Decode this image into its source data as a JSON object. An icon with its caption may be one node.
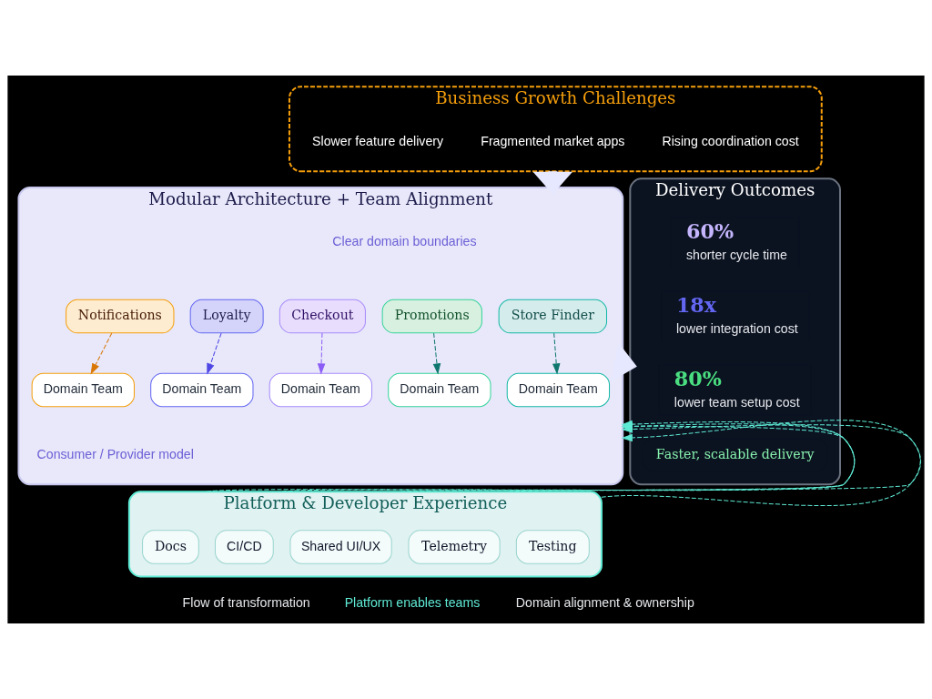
{
  "diagram": {
    "nodes": [
      {
        "text": [
          "Business Growth Challenges"
        ]
      },
      {
        "text": [
          "Slower feature delivery"
        ],
        "in": 0
      },
      {
        "text": [
          "Fragmented market apps"
        ],
        "in": 0
      },
      {
        "text": [
          "Rising coordination cost"
        ],
        "in": 0
      },
      {
        "text": [
          "Modular Architecture + Team Alignment"
        ]
      },
      {
        "text": [
          "Checkout"
        ],
        "in": 4
      },
      {
        "text": [
          "Loyalty"
        ],
        "in": 4
      },
      {
        "text": [
          "Store Finder"
        ],
        "in": 4
      },
      {
        "text": [
          "Promotions"
        ],
        "in": 4
      },
      {
        "text": [
          "Notifications"
        ],
        "in": 4
      },
      {
        "text": [
          "Domain Team"
        ],
        "in": 4
      },
      {
        "text": [
          "Domain Team"
        ],
        "in": 4
      },
      {
        "text": [
          "Domain Team"
        ],
        "in": 4
      },
      {
        "text": [
          "Domain Team"
        ],
        "in": 4
      },
      {
        "text": [
          "Domain Team"
        ],
        "in": 4
      },
      {
        "text": [
          "Platform & Developer Experience"
        ]
      },
      {
        "text": [
          "Shared UI/UX"
        ],
        "in": 15
      },
      {
        "text": [
          "CI/CD"
        ],
        "in": 15
      },
      {
        "text": [
          "Testing"
        ],
        "in": 15
      },
      {
        "text": [
          "Telemetry"
        ],
        "in": 15
      },
      {
        "text": [
          "Docs"
        ],
        "in": 15
      },
      {
        "text": [
          "Delivery Outcomes"
        ]
      },
      {
        "text": [
          "60%",
          "shorter cycle time"
        ],
        "in": 21
      },
      {
        "text": [
          "18x",
          "lower integration cost"
        ],
        "in": 21
      },
      {
        "text": [
          "80%",
          "lower team setup cost"
        ],
        "in": 21
      },
      {
        "text": [
          "Faster, scalable delivery"
        ],
        "in": 21
      }
    ],
    "edges": [
      {
        "from": 0,
        "to": 4,
        "arrow": "to",
        "style": "thick",
        "color": "#e6e8ff"
      },
      {
        "from": 4,
        "to": 21,
        "arrow": "to",
        "style": "thick",
        "color": "#e6e8ff"
      },
      {
        "from": 5,
        "to": 10,
        "arrow": "to",
        "style": "dashed",
        "color": "#8b5cf6"
      },
      {
        "from": 6,
        "to": 11,
        "arrow": "to",
        "style": "dashed",
        "color": "#4f46e5"
      },
      {
        "from": 7,
        "to": 12,
        "arrow": "to",
        "style": "dashed",
        "color": "#0f766e"
      },
      {
        "from": 8,
        "to": 13,
        "arrow": "to",
        "style": "dashed",
        "color": "#0f766e"
      },
      {
        "from": 9,
        "to": 14,
        "arrow": "to",
        "style": "dashed",
        "color": "#d97706"
      },
      {
        "from": 15,
        "to": 4,
        "arrow": "to",
        "style": "dashed",
        "color": "#5eead4"
      },
      {
        "from": 15,
        "to": 4,
        "arrow": "to",
        "style": "dashed",
        "color": "#5eead4"
      },
      {
        "from": 15,
        "to": 4,
        "arrow": "to",
        "style": "dashed",
        "color": "#5eead4"
      },
      {
        "from": 15,
        "to": 4,
        "arrow": "to",
        "style": "dashed",
        "color": "#5eead4"
      },
      {
        "from": 15,
        "to": 4,
        "arrow": "to",
        "style": "dashed",
        "color": "#5eead4"
      }
    ],
    "labels": [
      "Clear domain boundaries",
      "Consumer / Provider model"
    ],
    "legend": [
      {
        "text": "Flow of transformation"
      },
      {
        "text": "Platform enables teams"
      },
      {
        "text": "Domain alignment & ownership"
      }
    ]
  }
}
